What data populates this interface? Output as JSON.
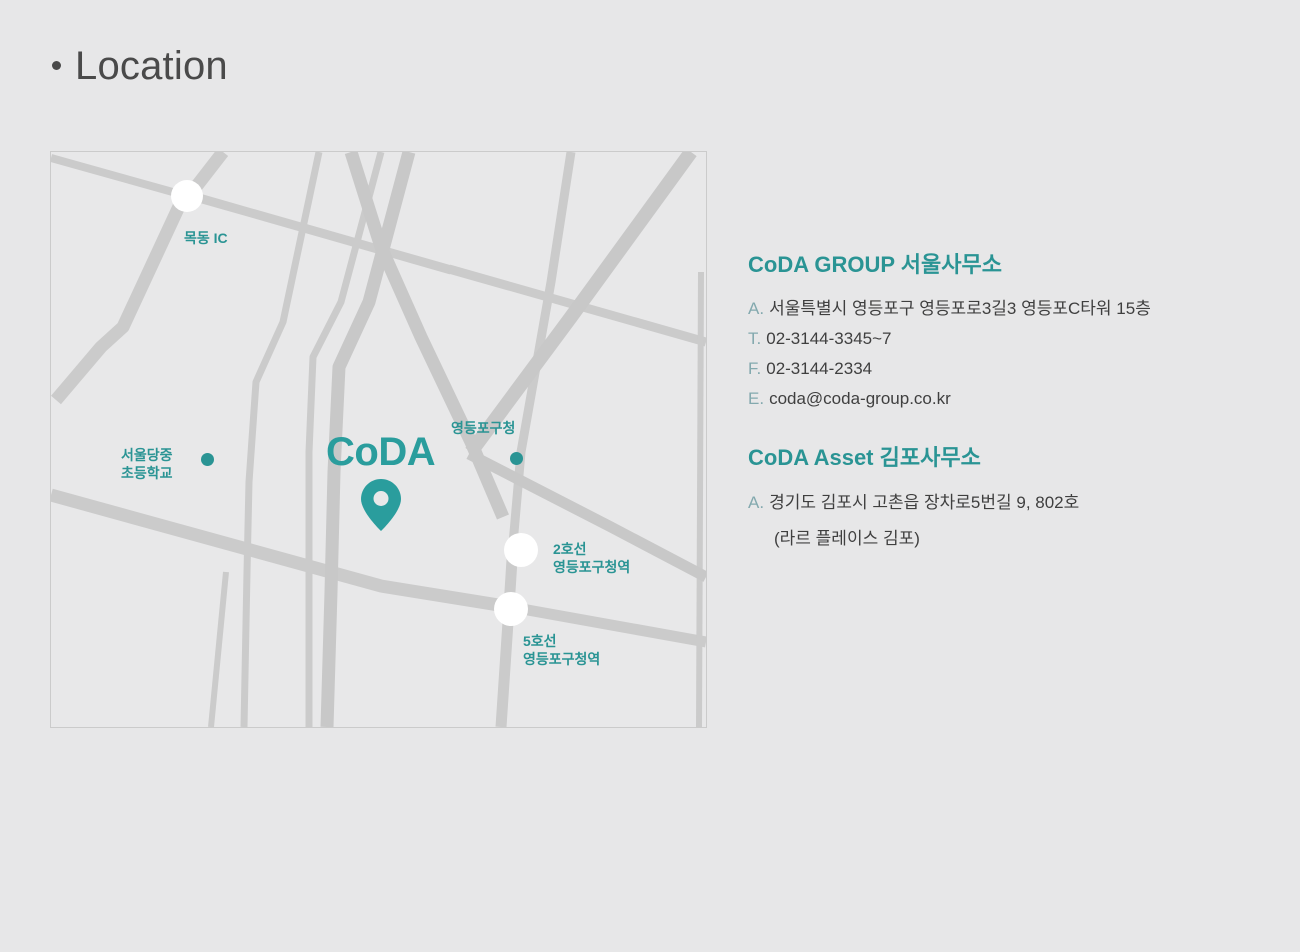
{
  "page": {
    "title": "Location",
    "bullet_icon": "bullet-dot",
    "background_color": "#e7e7e8",
    "title_color": "#4a4a4a",
    "accent_color": "#2a9494",
    "accent_color_pin": "#2a9d9d",
    "key_color": "#83a9ae",
    "value_color": "#3f3f3f",
    "road_color": "#cbcbcb",
    "map_fill": "#e8e8e9"
  },
  "map": {
    "name": "location-map",
    "coda_wordmark": "CoDA",
    "pin_icon": "map-pin-icon",
    "labels": {
      "mokdong_ic": "목동 IC",
      "school": "서울당중\n초등학교",
      "gucheong": "영등포구청",
      "line2_station": "2호선\n영등포구청역",
      "line5_station": "5호선\n영등포구청역"
    },
    "nodes": {
      "ic_node": "interchange-node",
      "line2_node": "subway-station-node",
      "line5_node": "subway-station-node"
    },
    "dots": {
      "school_dot": "poi-dot",
      "gucheong_dot": "poi-dot"
    }
  },
  "contact": {
    "offices": [
      {
        "title": "CoDA GROUP 서울사무소",
        "rows": [
          {
            "key": "A.",
            "value": "서울특별시 영등포구 영등포로3길3 영등포C타워 15층"
          },
          {
            "key": "T.",
            "value": "02-3144-3345~7"
          },
          {
            "key": "F.",
            "value": "02-3144-2334"
          },
          {
            "key": "E.",
            "value": "coda@coda-group.co.kr"
          }
        ],
        "sublines": []
      },
      {
        "title": "CoDA Asset 김포사무소",
        "rows": [
          {
            "key": "A.",
            "value": "경기도 김포시 고촌읍 장차로5번길 9, 802호"
          }
        ],
        "sublines": [
          "(라르 플레이스 김포)"
        ]
      }
    ]
  }
}
